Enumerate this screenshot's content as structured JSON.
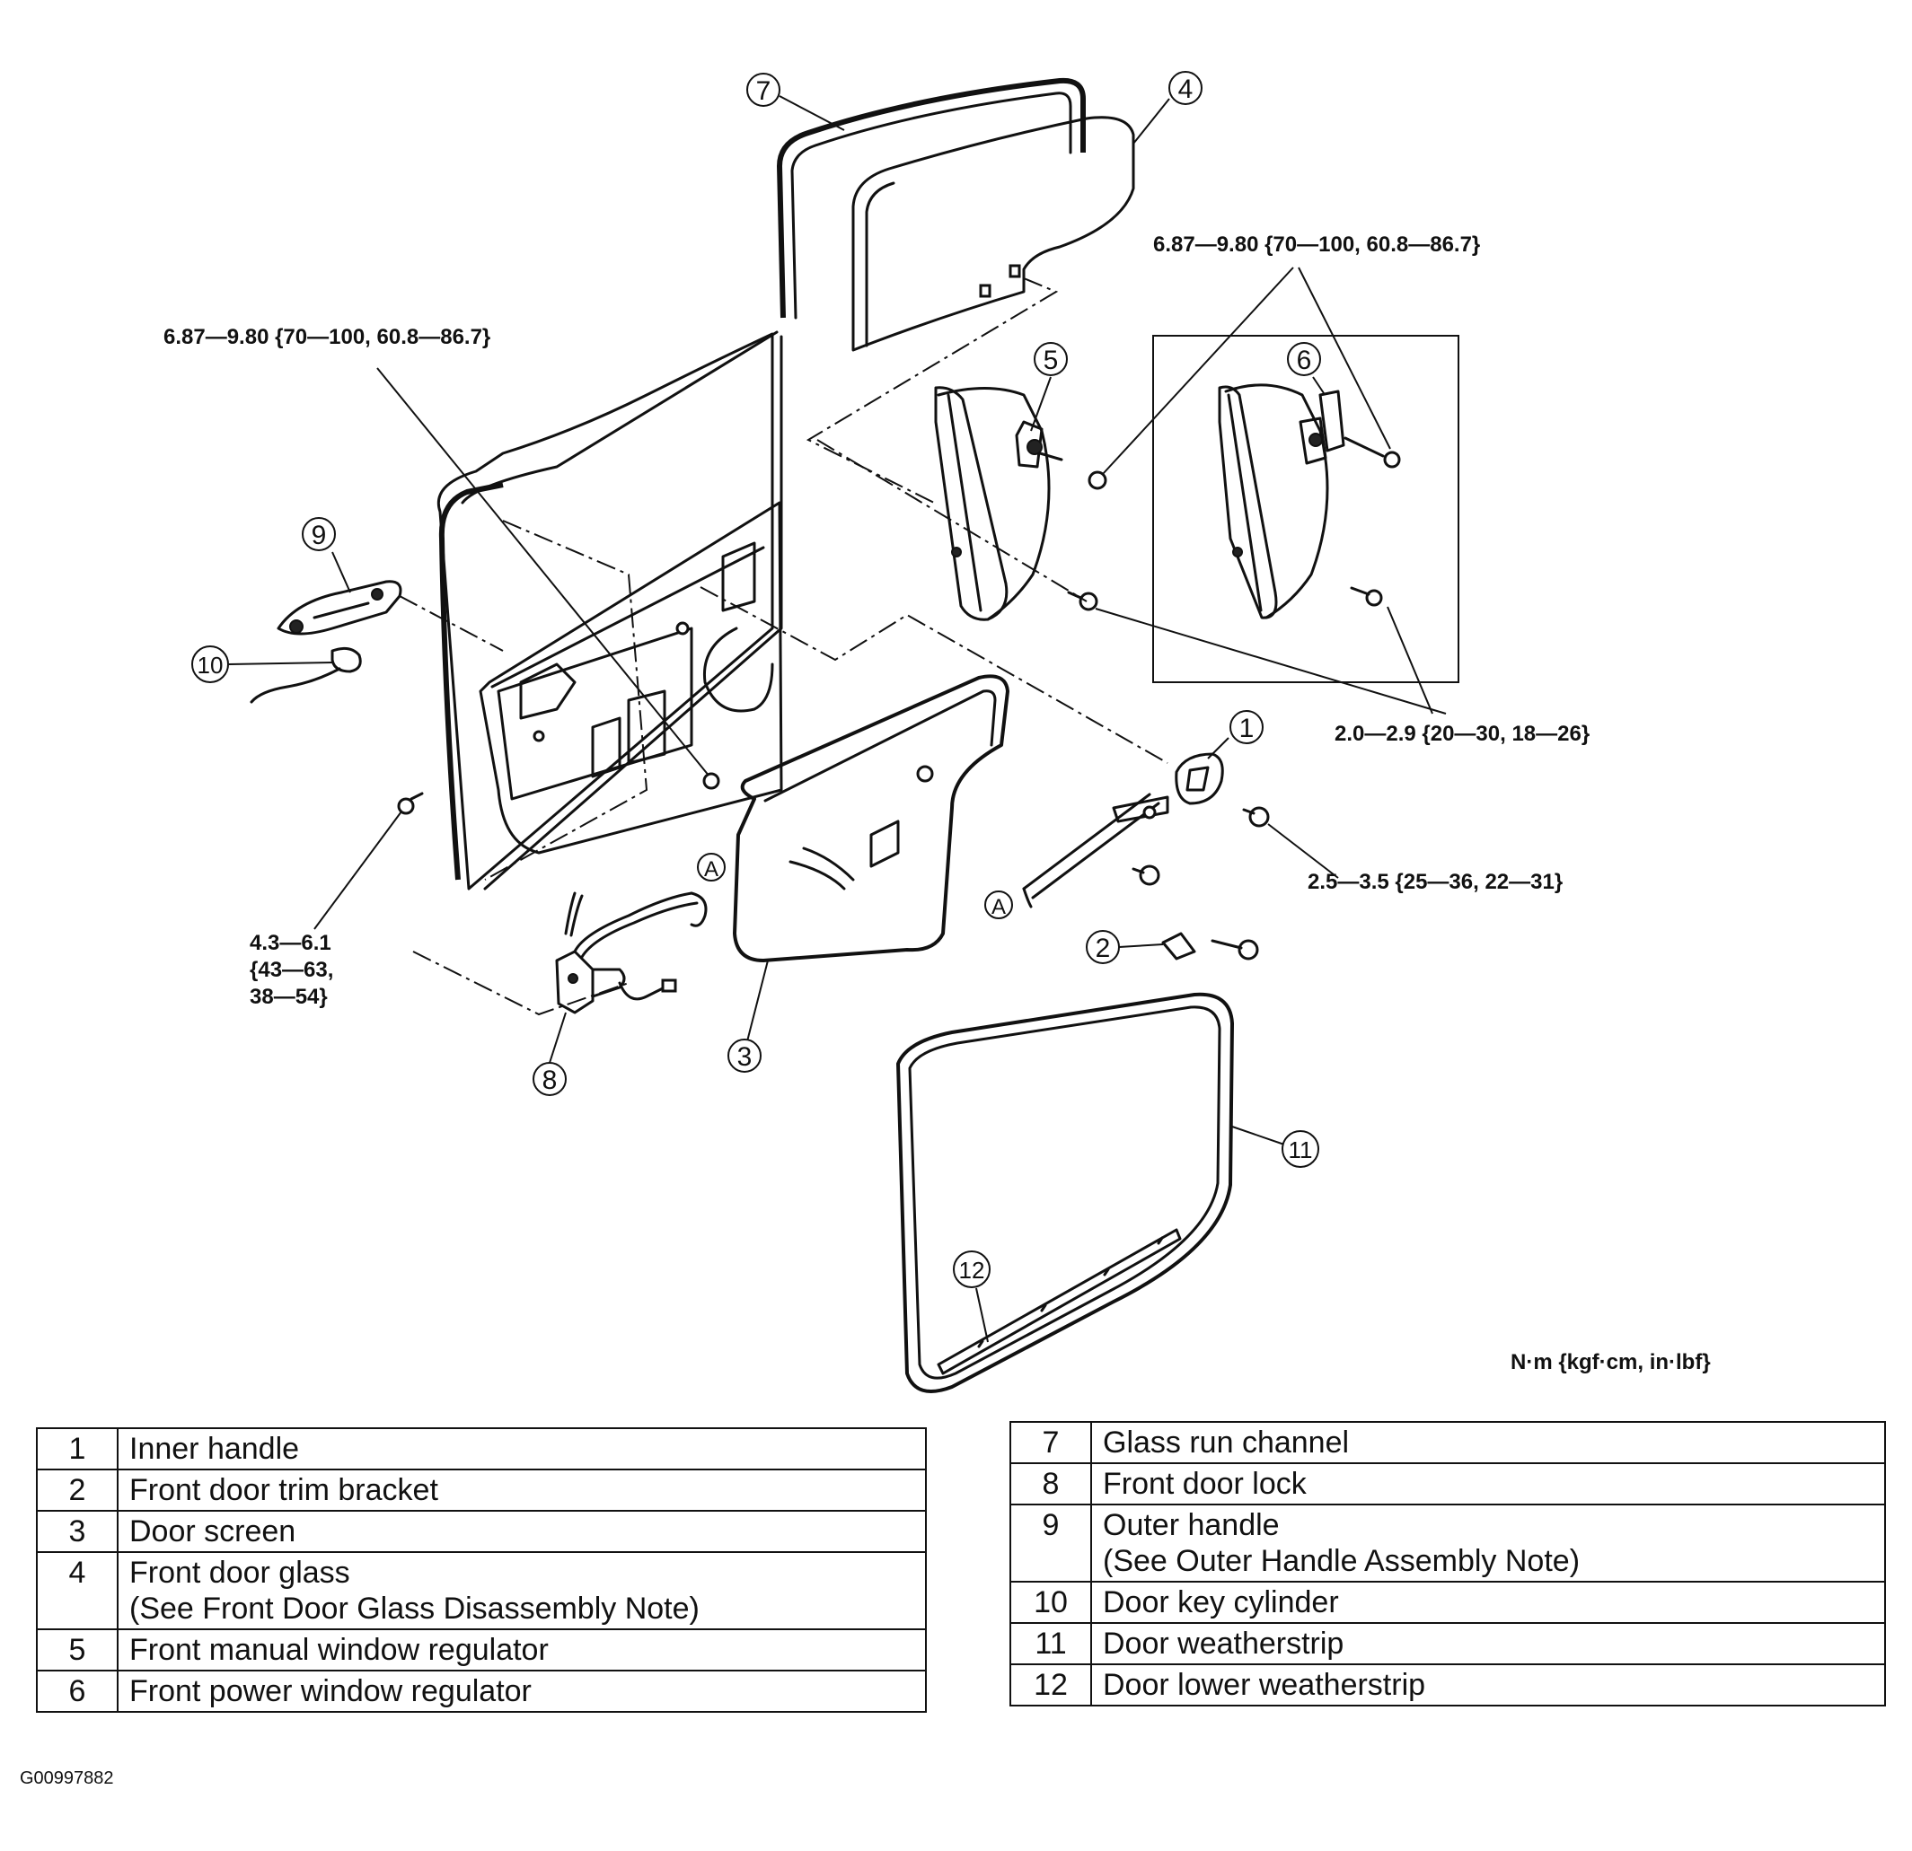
{
  "torque_specs": {
    "regulator_top": "6.87—9.80 {70—100, 60.8—86.7}",
    "door_panel": "6.87—9.80 {70—100, 60.8—86.7}",
    "regulator_bottom": "2.0—2.9 {20—30, 18—26}",
    "inner_handle": "2.5—3.5 {25—36, 22—31}",
    "door_lock_line1": "4.3—6.1",
    "door_lock_line2": "{43—63,",
    "door_lock_line3": "38—54}"
  },
  "units_note": "N·m {kgf·cm, in·lbf}",
  "connector_marker": "A",
  "callouts": [
    "1",
    "2",
    "3",
    "4",
    "5",
    "6",
    "7",
    "8",
    "9",
    "10",
    "11",
    "12"
  ],
  "legend_left": [
    {
      "num": "1",
      "name": "Inner handle",
      "note": ""
    },
    {
      "num": "2",
      "name": "Front door trim bracket",
      "note": ""
    },
    {
      "num": "3",
      "name": "Door screen",
      "note": ""
    },
    {
      "num": "4",
      "name": "Front door glass",
      "note": "(See Front Door Glass Disassembly Note)"
    },
    {
      "num": "5",
      "name": "Front manual window regulator",
      "note": ""
    },
    {
      "num": "6",
      "name": "Front power window regulator",
      "note": ""
    }
  ],
  "legend_right": [
    {
      "num": "7",
      "name": "Glass run channel",
      "note": ""
    },
    {
      "num": "8",
      "name": "Front door lock",
      "note": ""
    },
    {
      "num": "9",
      "name": "Outer handle",
      "note": "(See Outer Handle Assembly Note)"
    },
    {
      "num": "10",
      "name": "Door key cylinder",
      "note": ""
    },
    {
      "num": "11",
      "name": "Door weatherstrip",
      "note": ""
    },
    {
      "num": "12",
      "name": "Door lower weatherstrip",
      "note": ""
    }
  ],
  "figure_id": "G00997882"
}
